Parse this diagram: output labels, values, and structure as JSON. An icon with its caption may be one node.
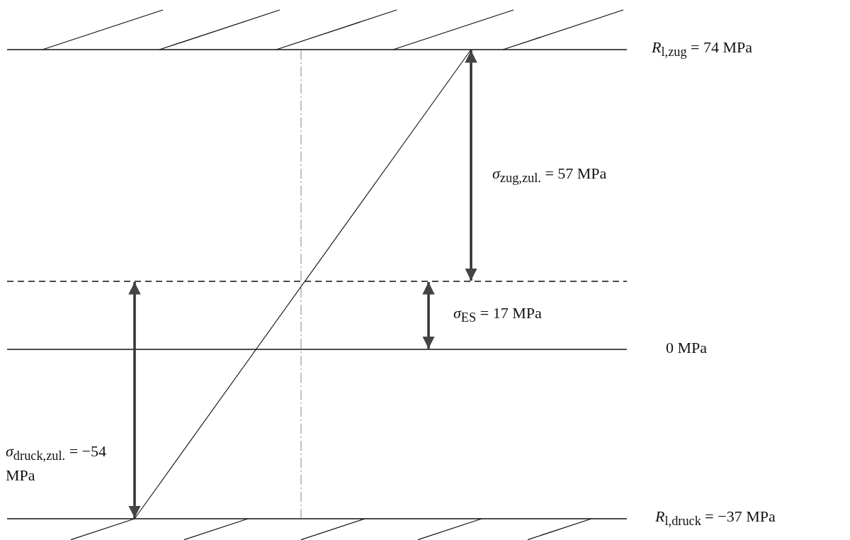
{
  "diagram": {
    "labels": [
      "*R*$_{l,zug}$ = 74 MPa",
      "*σ*$_{zug,zul.}$ = 57 MPa",
      "*σ*$_{ES}$ = 17 MPa",
      "0 MPa",
      "*σ*$_{druck,zul.}$ = −54 MPa",
      "*R*$_{l,druck}$ = −37 MPa"
    ]
  }
}
